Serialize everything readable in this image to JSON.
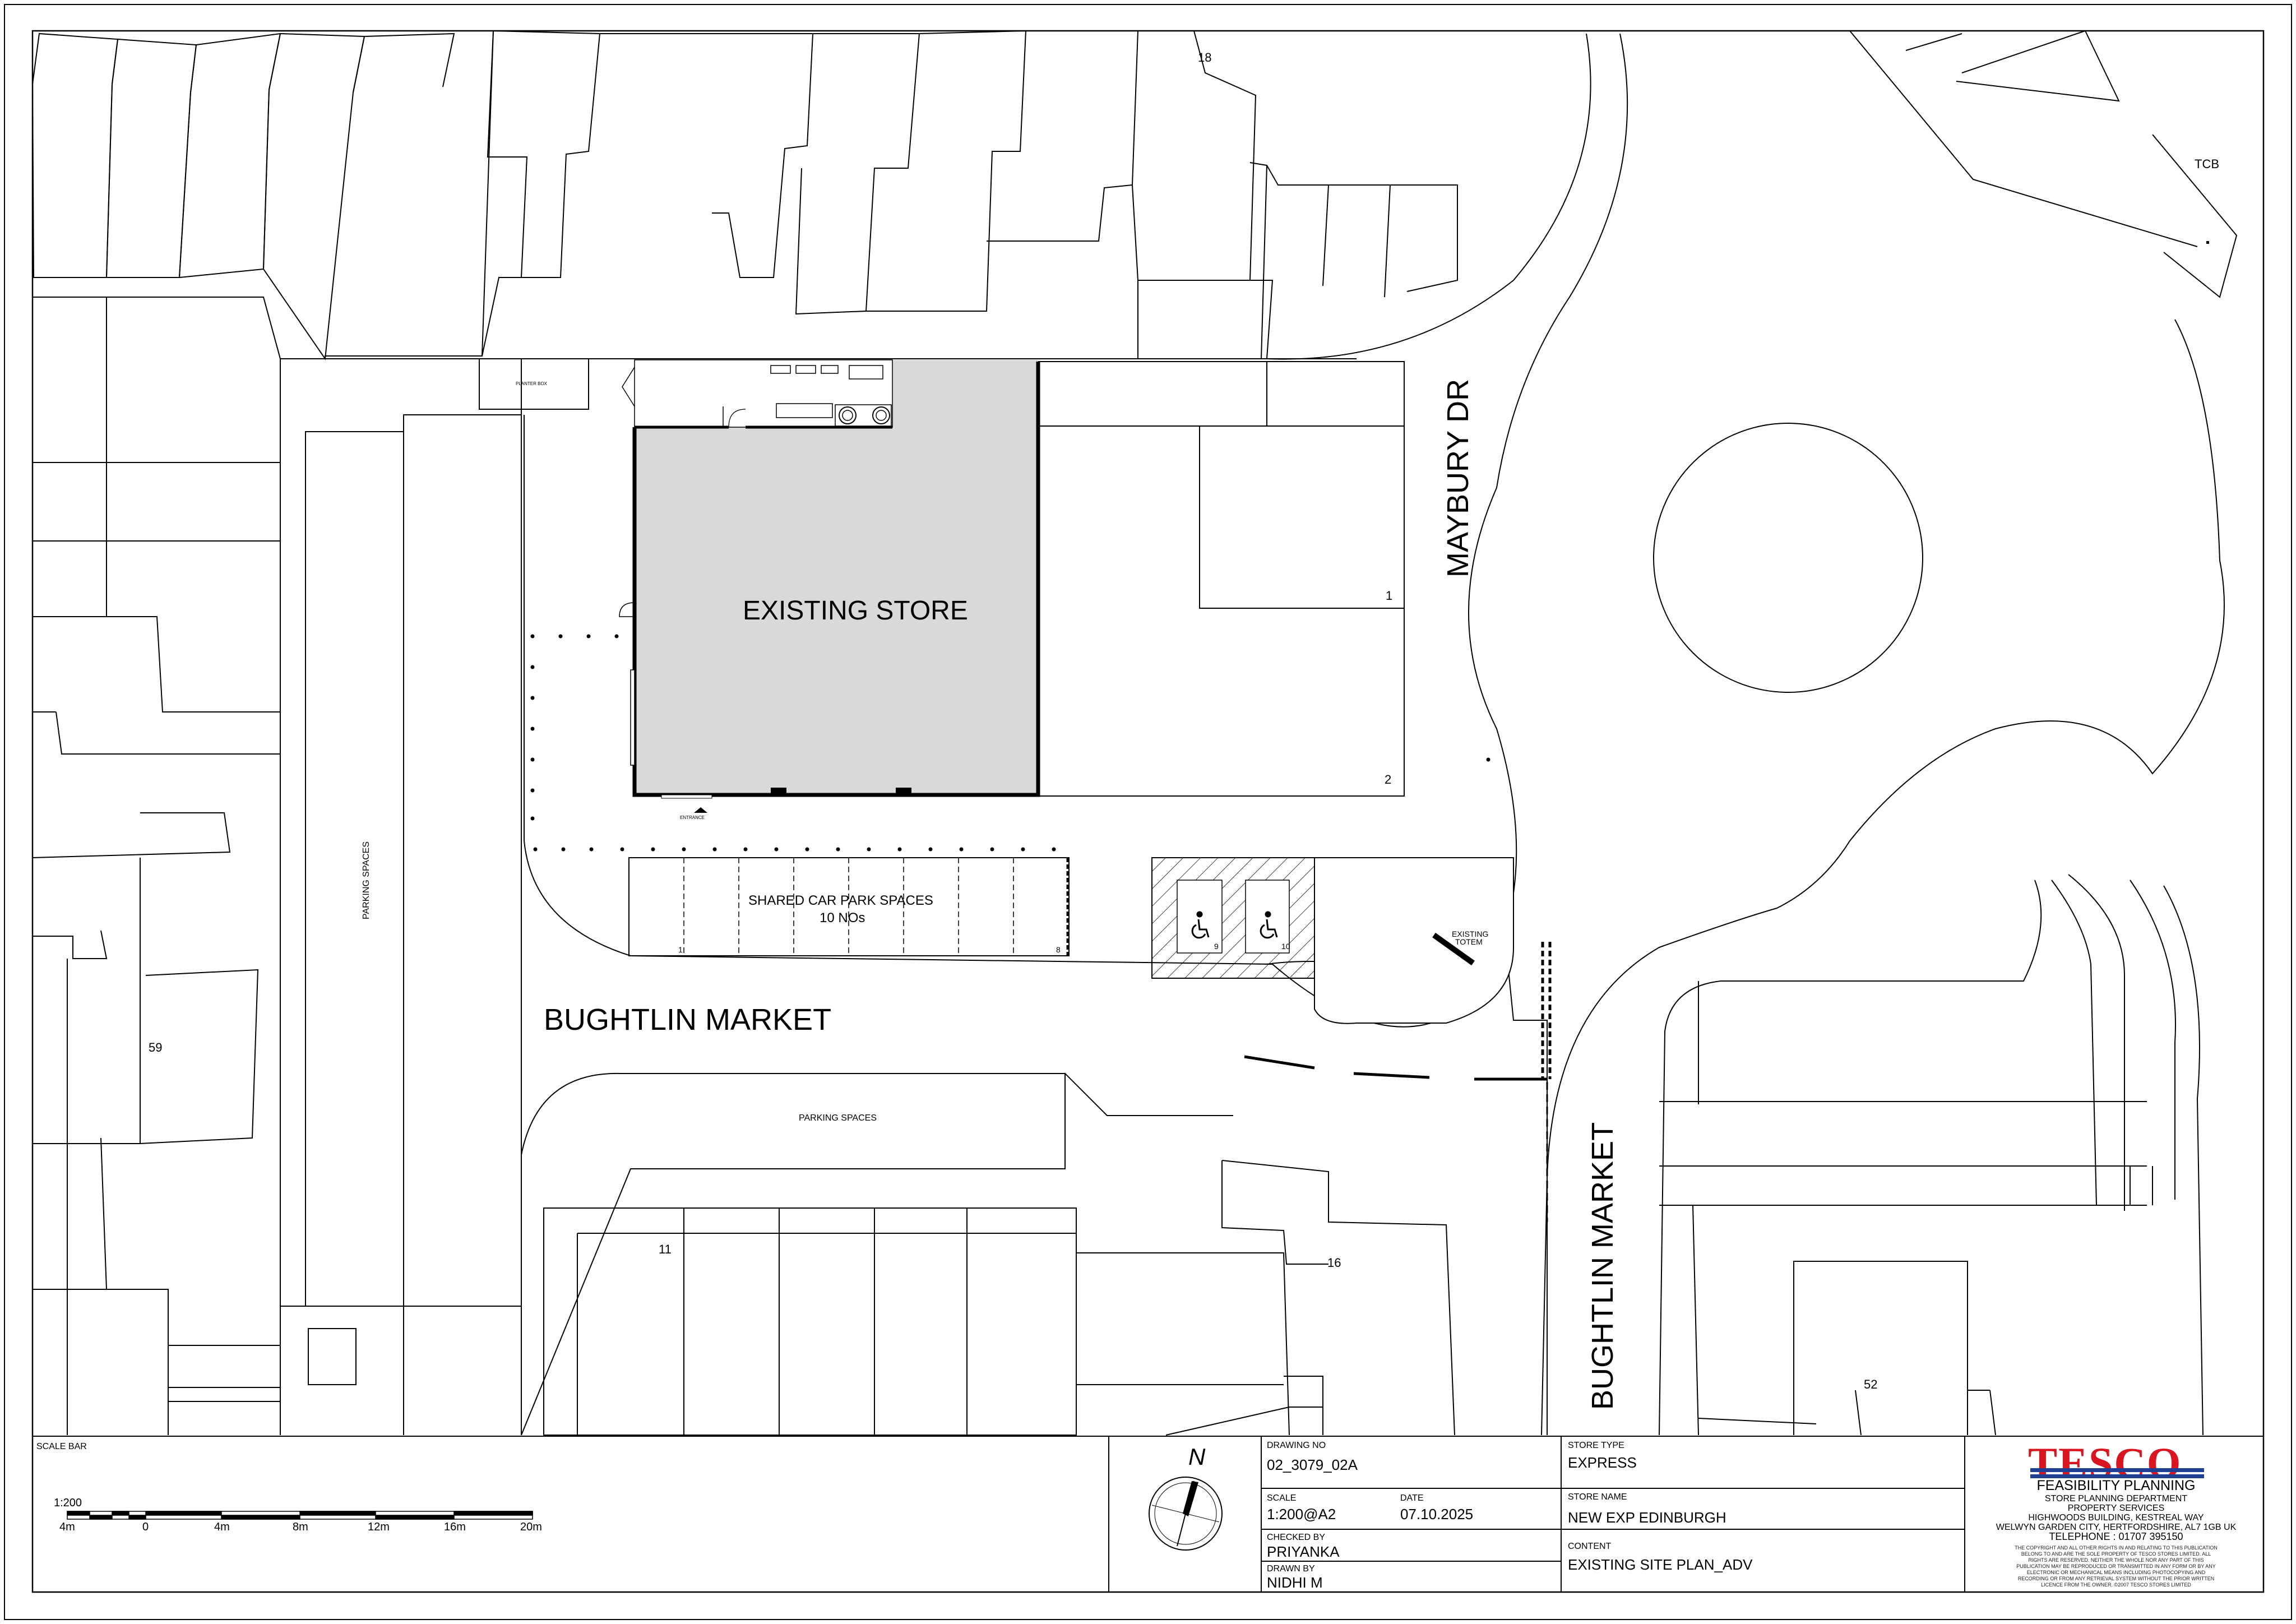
{
  "labels": {
    "existing_store": "EXISTING STORE",
    "maybury_dr": "MAYBURY DR",
    "bughtlin_market_h": "BUGHTLIN  MARKET",
    "bughtlin_market_v": "BUGHTLIN MARKET",
    "shared_car_park": "SHARED CAR PARK SPACES",
    "shared_car_park_count": "10 NOs",
    "parking_spaces_v": "PARKING SPACES",
    "parking_spaces_h": "PARKING SPACES",
    "existing_totem_1": "EXISTING",
    "existing_totem_2": "TOTEM",
    "tcb": "TCB",
    "planter_box": "PLANTER BOX",
    "entrance": "ENTRANCE",
    "house_18": "18",
    "house_1": "1",
    "house_2": "2",
    "house_59": "59",
    "house_11": "11",
    "house_16": "16",
    "house_52": "52",
    "bay_1": "1",
    "bay_8": "8",
    "bay_9": "9",
    "bay_10": "10",
    "north": "N"
  },
  "scale_bar": {
    "title": "SCALE BAR",
    "ratio": "1:200",
    "ticks": [
      "4m",
      "0",
      "4m",
      "8m",
      "12m",
      "16m",
      "20m"
    ]
  },
  "title_block": {
    "drawing_no_label": "DRAWING NO",
    "drawing_no": "02_3079_02A",
    "scale_label": "SCALE",
    "scale": "1:200@A2",
    "date_label": "DATE",
    "date": "07.10.2025",
    "checked_by_label": "CHECKED BY",
    "checked_by": "PRIYANKA",
    "drawn_by_label": "DRAWN BY",
    "drawn_by": "NIDHI M",
    "store_type_label": "STORE TYPE",
    "store_type": "EXPRESS",
    "store_name_label": "STORE NAME",
    "store_name": "NEW EXP EDINBURGH",
    "content_label": "CONTENT",
    "content": "EXISTING SITE PLAN_ADV"
  },
  "company": {
    "logo": "TESCO",
    "department": "FEASIBILITY PLANNING",
    "address_lines": [
      "STORE PLANNING DEPARTMENT",
      "PROPERTY SERVICES",
      "HIGHWOODS BUILDING, KESTREAL WAY",
      "WELWYN GARDEN CITY, HERTFORDSHIRE, AL7 1GB UK",
      "TELEPHONE : 01707 395150"
    ],
    "copyright": "THE COPYRIGHT AND ALL OTHER RIGHTS IN AND RELATING TO THIS PUBLICATION BELONG TO AND ARE THE SOLE PROPERTY OF TESCO STORES LIMITED. ALL RIGHTS ARE RESERVED. NEITHER THE WHOLE NOR ANY PART OF THIS PUBLICATION MAY BE REPRODUCED OR TRANSMITTED IN ANY FORM OR BY ANY ELECTRONIC OR MECHANICAL MEANS INCLUDING PHOTOCOPYING AND RECORDING OR FROM ANY RETRIEVAL SYSTEM WITHOUT THE PRIOR WRITTEN LICENCE FROM THE OWNER. ©2007 TESCO STORES LIMITED"
  },
  "colors": {
    "store_fill": "#d9d9d9",
    "tesco_red": "#d9151f",
    "tesco_blue": "#1f3f95"
  },
  "icons": [
    "wheelchair-icon",
    "north-arrow-icon"
  ]
}
